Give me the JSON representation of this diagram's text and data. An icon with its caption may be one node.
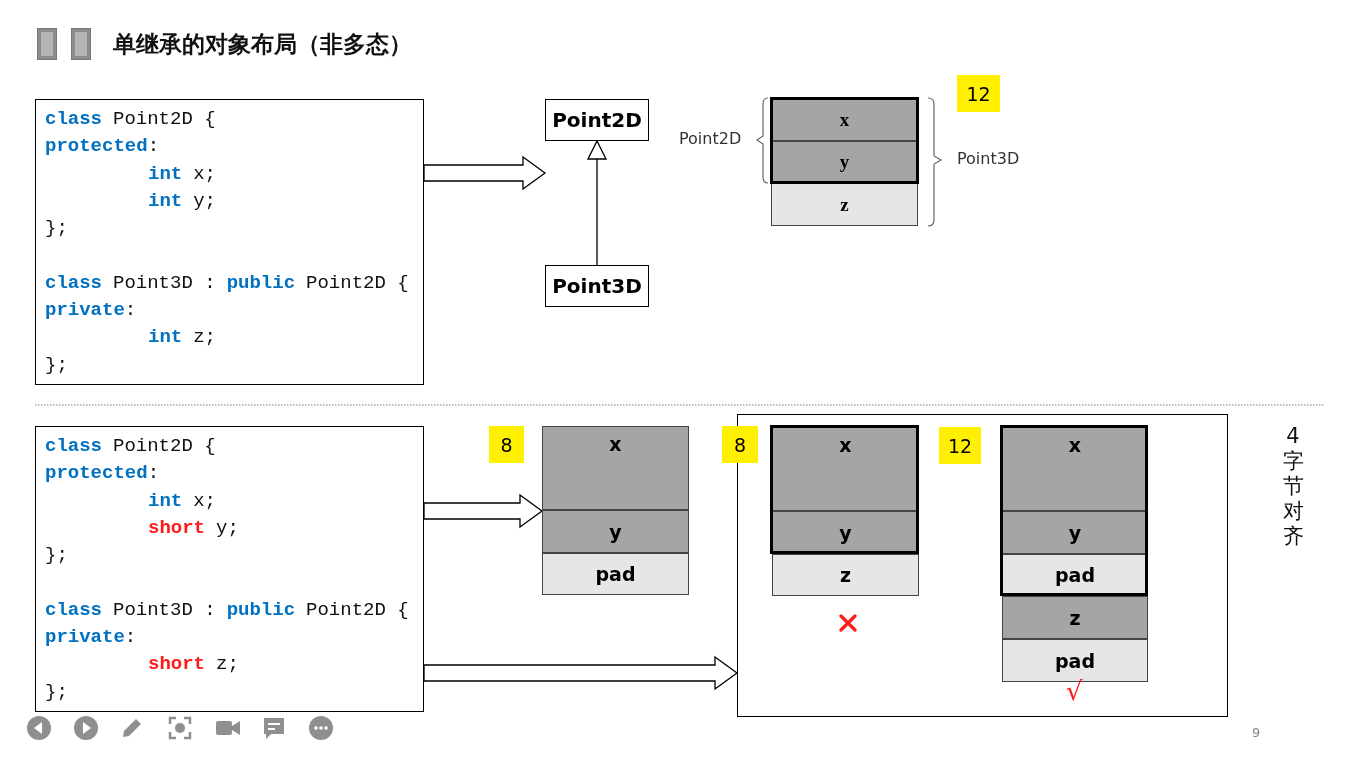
{
  "diagram": {
    "title": "单继承的对象布局（非多态）",
    "nodes": [
      {
        "text": [
          "class",
          "Point2D {",
          "protected",
          ":",
          "int",
          "x;",
          "int",
          "y;",
          "};",
          "class",
          "Point3D :",
          "public",
          "Point2D {",
          "private",
          ":",
          "int",
          "z;",
          "};"
        ]
      },
      {
        "text": [
          "Point2D"
        ]
      },
      {
        "text": [
          "Point3D"
        ]
      },
      {
        "text": [
          "12"
        ]
      },
      {
        "text": [
          "x"
        ]
      },
      {
        "text": [
          "y"
        ]
      },
      {
        "text": [
          "z"
        ]
      },
      {
        "text": [
          "class",
          "Point2D {",
          "protected",
          ":",
          "int",
          "x;",
          "short",
          "y;",
          "};",
          "class",
          "Point3D :",
          "public",
          "Point2D {",
          "private",
          ":",
          "short",
          "z;",
          "};"
        ]
      },
      {
        "text": [
          "8"
        ]
      },
      {
        "text": [
          "x"
        ]
      },
      {
        "text": [
          "y"
        ]
      },
      {
        "text": [
          "pad"
        ]
      },
      {
        "text": [],
        "shape": "box"
      },
      {
        "text": [
          "8"
        ]
      },
      {
        "text": [
          "x"
        ],
        "in": 12
      },
      {
        "text": [
          "y"
        ],
        "in": 12
      },
      {
        "text": [
          "z"
        ],
        "in": 12
      },
      {
        "text": [
          "12"
        ],
        "in": 12
      },
      {
        "text": [
          "x"
        ],
        "in": 12
      },
      {
        "text": [
          "y"
        ],
        "in": 12
      },
      {
        "text": [
          "pad"
        ],
        "in": 12
      },
      {
        "text": [
          "z"
        ],
        "in": 12
      },
      {
        "text": [
          "pad"
        ],
        "in": 12
      }
    ],
    "edges": [
      {
        "from": 0,
        "to": 1,
        "arrow": "to"
      },
      {
        "from": 2,
        "to": 1,
        "arrow": "to"
      },
      {
        "from": 7,
        "to": 9,
        "arrow": "to"
      },
      {
        "from": 7,
        "to": 12,
        "arrow": "to"
      }
    ],
    "labels": [
      "Point2D",
      "Point3D",
      "4字节对齐",
      "√",
      "9"
    ]
  }
}
